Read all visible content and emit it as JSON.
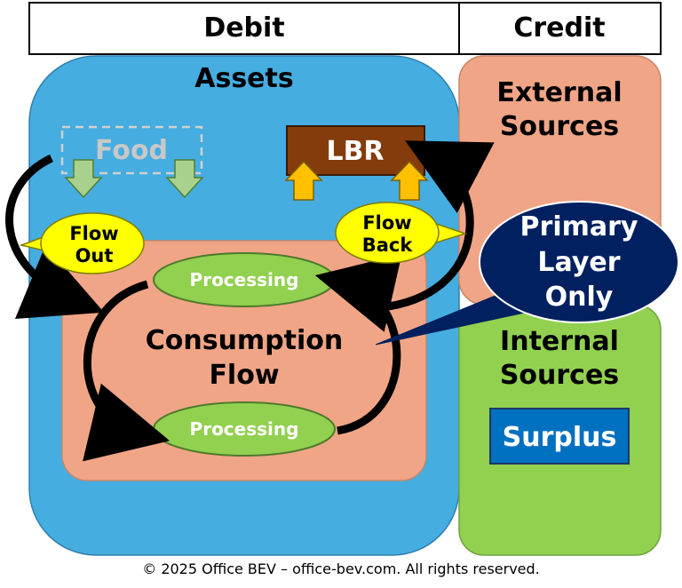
{
  "header": {
    "debit_label": "Debit",
    "credit_label": "Credit"
  },
  "assets": {
    "title": "Assets",
    "food_label": "Food",
    "lbr_label": "LBR",
    "flow_out_line1": "Flow",
    "flow_out_line2": "Out",
    "flow_back_line1": "Flow",
    "flow_back_line2": "Back",
    "consumption_line1": "Consumption",
    "consumption_line2": "Flow",
    "processing_top": "Processing",
    "processing_bottom": "Processing"
  },
  "credit": {
    "external_line1": "External",
    "external_line2": "Sources",
    "internal_line1": "Internal",
    "internal_line2": "Sources",
    "surplus_label": "Surplus"
  },
  "callout": {
    "line1": "Primary",
    "line2": "Layer",
    "line3": "Only"
  },
  "footer": {
    "copyright": "© 2025 Office BEV – office-bev.com. All rights reserved."
  },
  "colors": {
    "assets_blue": "#45ADE0",
    "consumption_salmon": "#F0A587",
    "external_salmon": "#F0A587",
    "internal_green": "#92D050",
    "processing_green": "#92D050",
    "lbr_brown": "#843C0C",
    "surplus_blue": "#0070C0",
    "callout_navy": "#002060",
    "flow_yellow": "#FFFF00",
    "food_arrow_green": "#A9D18E",
    "lbr_arrow_orange": "#FFC000"
  }
}
